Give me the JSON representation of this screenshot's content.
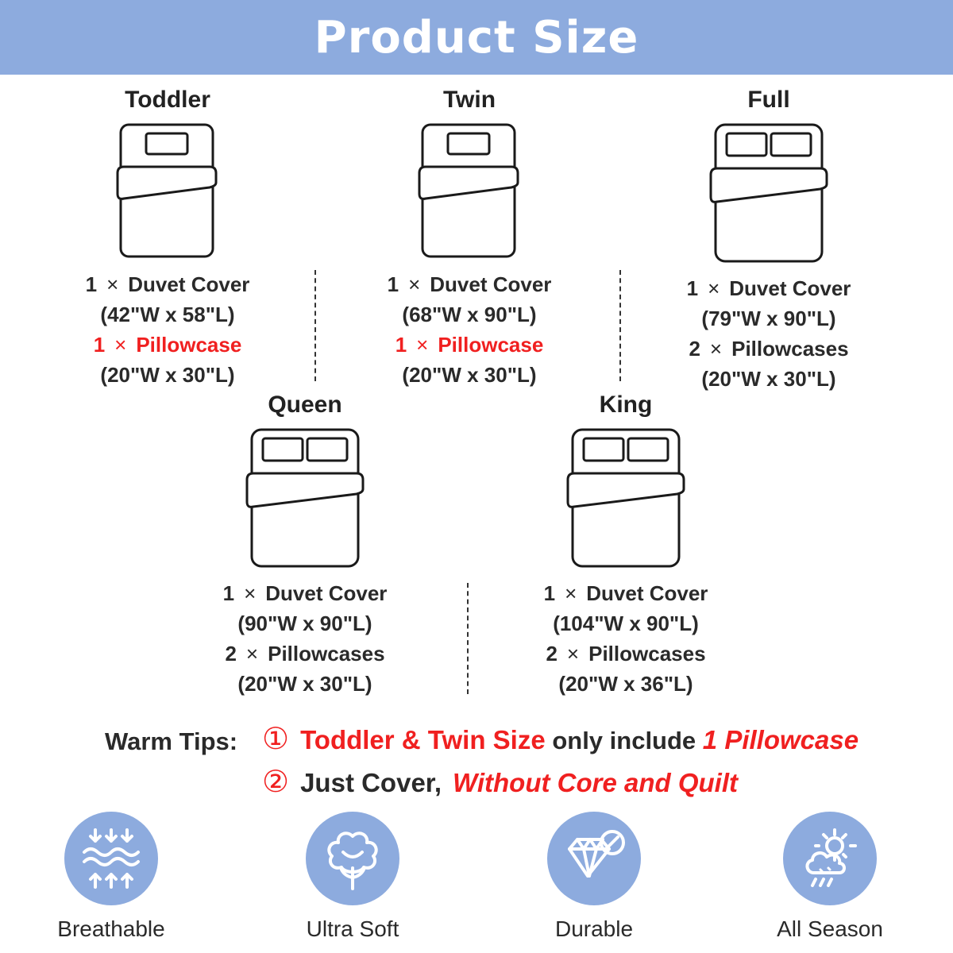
{
  "banner": {
    "title": "Product Size"
  },
  "sizes": [
    {
      "name": "Toddler",
      "lines": [
        {
          "qty": "1",
          "times": "×",
          "text": "Duvet Cover",
          "red": false
        },
        {
          "text": "(42\"W x 58\"L)",
          "red": false
        },
        {
          "qty": "1",
          "times": "×",
          "text": "Pillowcase",
          "red": true
        },
        {
          "text": "(20\"W x 30\"L)",
          "red": false
        }
      ]
    },
    {
      "name": "Twin",
      "lines": [
        {
          "qty": "1",
          "times": "×",
          "text": "Duvet Cover",
          "red": false
        },
        {
          "text": "(68\"W x 90\"L)",
          "red": false
        },
        {
          "qty": "1",
          "times": "×",
          "text": "Pillowcase",
          "red": true
        },
        {
          "text": "(20\"W x 30\"L)",
          "red": false
        }
      ]
    },
    {
      "name": "Full",
      "lines": [
        {
          "qty": "1",
          "times": "×",
          "text": "Duvet Cover",
          "red": false
        },
        {
          "text": "(79\"W x 90\"L)",
          "red": false
        },
        {
          "qty": "2",
          "times": "×",
          "text": "Pillowcases",
          "red": false
        },
        {
          "text": "(20\"W x 30\"L)",
          "red": false
        }
      ]
    },
    {
      "name": "Queen",
      "lines": [
        {
          "qty": "1",
          "times": "×",
          "text": "Duvet Cover",
          "red": false
        },
        {
          "text": "(90\"W x 90\"L)",
          "red": false
        },
        {
          "qty": "2",
          "times": "×",
          "text": "Pillowcases",
          "red": false
        },
        {
          "text": "(20\"W x 30\"L)",
          "red": false
        }
      ]
    },
    {
      "name": "King",
      "lines": [
        {
          "qty": "1",
          "times": "×",
          "text": "Duvet Cover",
          "red": false
        },
        {
          "text": "(104\"W x 90\"L)",
          "red": false
        },
        {
          "qty": "2",
          "times": "×",
          "text": "Pillowcases",
          "red": false
        },
        {
          "text": "(20\"W x 36\"L)",
          "red": false
        }
      ]
    }
  ],
  "tips": {
    "label": "Warm Tips:",
    "tip1": {
      "num": "①",
      "part1": "Toddler & Twin Size",
      "part2": " only include ",
      "part3": "1 Pillowcase"
    },
    "tip2": {
      "num": "②",
      "part1": "Just Cover,",
      "part2": "Without Core and Quilt"
    }
  },
  "features": [
    {
      "label": "Breathable",
      "icon": "breathable-icon"
    },
    {
      "label": "Ultra Soft",
      "icon": "cotton-icon"
    },
    {
      "label": "Durable",
      "icon": "diamond-icon"
    },
    {
      "label": "All Season",
      "icon": "weather-icon"
    }
  ],
  "colors": {
    "banner": "#8dabde",
    "accent_red": "#f02020",
    "icon_circle": "#8dabde"
  }
}
